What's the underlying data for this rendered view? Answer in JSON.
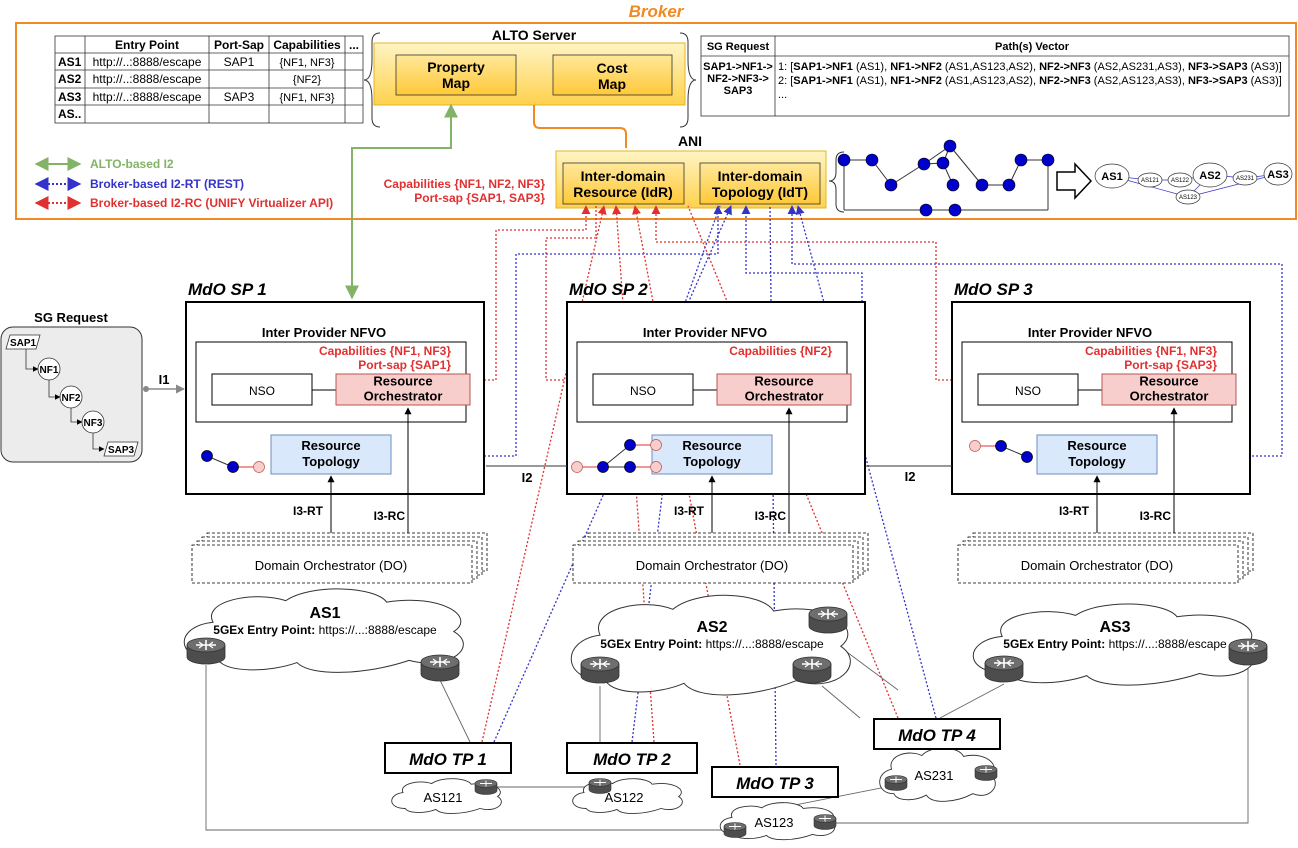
{
  "broker": {
    "title": "Broker",
    "entry_table": {
      "headers": [
        "Entry Point",
        "Port-Sap",
        "Capabilities",
        "..."
      ],
      "rows": [
        {
          "id": "AS1",
          "entry": "http://..:8888/escape",
          "port": "SAP1",
          "cap": "{NF1, NF3}"
        },
        {
          "id": "AS2",
          "entry": "http://..:8888/escape",
          "port": "",
          "cap": "{NF2}"
        },
        {
          "id": "AS3",
          "entry": "http://..:8888/escape",
          "port": "SAP3",
          "cap": "{NF1, NF3}"
        },
        {
          "id": "AS..",
          "entry": "",
          "port": "",
          "cap": ""
        }
      ]
    },
    "alto": {
      "title": "ALTO Server",
      "property_map": "Property\nMap",
      "cost_map": "Cost\nMap"
    },
    "sg_table": {
      "header_left": "SG Request",
      "header_right": "Path(s) Vector",
      "request": [
        "SAP1->NF1->",
        "NF2->NF3->",
        "SAP3"
      ],
      "paths": [
        [
          {
            "t": "1: [",
            "b": false
          },
          {
            "t": "SAP1->NF1",
            "b": true
          },
          {
            "t": " (AS1), ",
            "b": false
          },
          {
            "t": "NF1->NF2",
            "b": true
          },
          {
            "t": " (AS1,AS123,AS2), ",
            "b": false
          },
          {
            "t": "NF2->NF3",
            "b": true
          },
          {
            "t": " (AS2,AS231,AS3), ",
            "b": false
          },
          {
            "t": "NF3->SAP3",
            "b": true
          },
          {
            "t": " (AS3)]",
            "b": false
          }
        ],
        [
          {
            "t": "2: [",
            "b": false
          },
          {
            "t": "SAP1->NF1",
            "b": true
          },
          {
            "t": " (AS1), ",
            "b": false
          },
          {
            "t": "NF1->NF2",
            "b": true
          },
          {
            "t": " (AS1,AS123,AS2), ",
            "b": false
          },
          {
            "t": "NF2->NF3",
            "b": true
          },
          {
            "t": " (AS2,AS123,AS3), ",
            "b": false
          },
          {
            "t": "NF3->SAP3",
            "b": true
          },
          {
            "t": " (AS3)]",
            "b": false
          }
        ],
        [
          {
            "t": "...",
            "b": false
          }
        ]
      ]
    },
    "ani": {
      "title": "ANI",
      "idr": "Inter-domain\nResource (IdR)",
      "idt": "Inter-domain\nTopology (IdT)"
    },
    "ani_caps": [
      "Capabilities {NF1, NF2, NF3}",
      "Port-sap {SAP1, SAP3}"
    ],
    "legend": [
      {
        "label": "ALTO-based I2",
        "color": "#82b366"
      },
      {
        "label": "Broker-based I2-RT (REST)",
        "color": "#3333cc"
      },
      {
        "label": "Broker-based I2-RC (UNIFY Virtualizer API)",
        "color": "#e03030"
      }
    ],
    "as_graph": [
      "AS1",
      "AS121",
      "AS122",
      "AS2",
      "AS231",
      "AS3",
      "AS123"
    ]
  },
  "sg_request": {
    "title": "SG Request",
    "nodes": [
      "SAP1",
      "NF1",
      "NF2",
      "NF3",
      "SAP3"
    ],
    "i1": "I1"
  },
  "mdos": [
    {
      "title": "MdO SP 1",
      "nfvo": "Inter Provider NFVO",
      "caps": [
        "Capabilities {NF1, NF3}",
        "Port-sap {SAP1}"
      ],
      "nso": "NSO",
      "ro": "Resource\nOrchestrator",
      "rt": "Resource\nTopology",
      "i3rt": "I3-RT",
      "i3rc": "I3-RC",
      "do": "Domain Orchestrator (DO)"
    },
    {
      "title": "MdO SP 2",
      "nfvo": "Inter Provider NFVO",
      "caps": [
        "Capabilities {NF2}"
      ],
      "nso": "NSO",
      "ro": "Resource\nOrchestrator",
      "rt": "Resource\nTopology",
      "i3rt": "I3-RT",
      "i3rc": "I3-RC",
      "do": "Domain Orchestrator (DO)"
    },
    {
      "title": "MdO SP 3",
      "nfvo": "Inter Provider NFVO",
      "caps": [
        "Capabilities {NF1, NF3}",
        "Port-sap {SAP3}"
      ],
      "nso": "NSO",
      "ro": "Resource\nOrchestrator",
      "rt": "Resource\nTopology",
      "i3rt": "I3-RT",
      "i3rc": "I3-RC",
      "do": "Domain Orchestrator (DO)"
    }
  ],
  "i2_labels": [
    "I2",
    "I2"
  ],
  "clouds": [
    {
      "name": "AS1",
      "entry_label": "5GEx Entry Point:",
      "entry_url": " https://...:8888/escape"
    },
    {
      "name": "AS2",
      "entry_label": "5GEx Entry Point:",
      "entry_url": " https://...:8888/escape"
    },
    {
      "name": "AS3",
      "entry_label": "5GEx Entry Point:",
      "entry_url": " https://...:8888/escape"
    }
  ],
  "tps": [
    "MdO TP 1",
    "MdO TP 2",
    "MdO TP 3",
    "MdO TP 4"
  ],
  "small_clouds": [
    "AS121",
    "AS122",
    "AS123",
    "AS231"
  ],
  "colors": {
    "orange": "#f08a24",
    "red": "#e03030",
    "blue": "#3333cc",
    "green": "#82b366",
    "node": "#0000cc",
    "pink": "#f8cecc",
    "lightblue": "#dae8fc",
    "yellow": "#ffe38f"
  }
}
